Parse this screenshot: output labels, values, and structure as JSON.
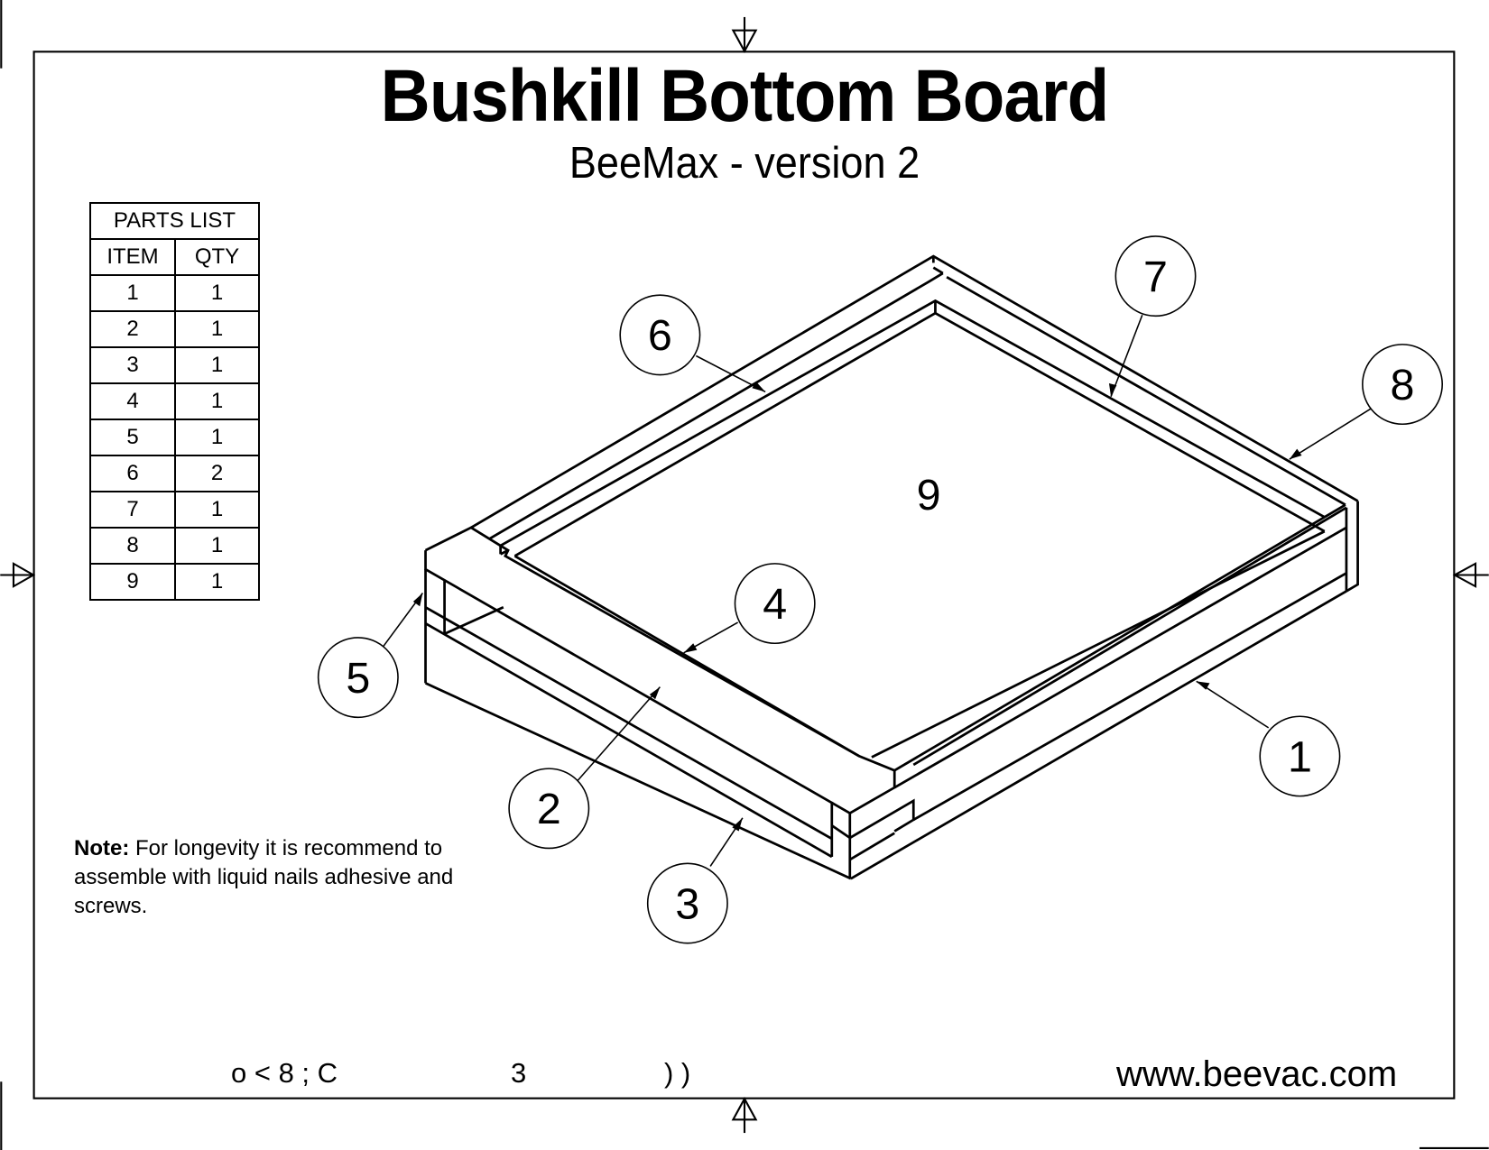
{
  "document": {
    "title": "Bushkill Bottom Board",
    "subtitle": "BeeMax  - version 2",
    "website": "www.beevac.com"
  },
  "parts_list": {
    "title": "PARTS LIST",
    "headers": [
      "ITEM",
      "QTY"
    ],
    "rows": [
      {
        "item": "1",
        "qty": "1"
      },
      {
        "item": "2",
        "qty": "1"
      },
      {
        "item": "3",
        "qty": "1"
      },
      {
        "item": "4",
        "qty": "1"
      },
      {
        "item": "5",
        "qty": "1"
      },
      {
        "item": "6",
        "qty": "2"
      },
      {
        "item": "7",
        "qty": "1"
      },
      {
        "item": "8",
        "qty": "1"
      },
      {
        "item": "9",
        "qty": "1"
      }
    ]
  },
  "note": {
    "label": "Note:",
    "text": " For longevity it is recommend to assemble with liquid nails adhesive and screws."
  },
  "footer": {
    "field_1": "o < 8 ; C",
    "field_2": "3",
    "field_3": ") )"
  },
  "callouts": [
    {
      "label": "1"
    },
    {
      "label": "2"
    },
    {
      "label": "3"
    },
    {
      "label": "4"
    },
    {
      "label": "5"
    },
    {
      "label": "6"
    },
    {
      "label": "7"
    },
    {
      "label": "8"
    }
  ],
  "center_label": "9"
}
